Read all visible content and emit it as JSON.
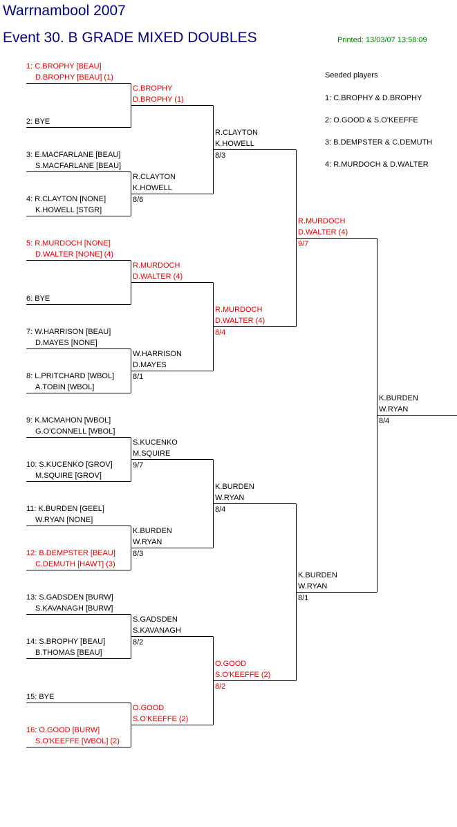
{
  "header": {
    "tournament": "Warrnambool 2007",
    "event": "Event 30. B GRADE MIXED DOUBLES",
    "printed": "Printed: 13/03/07 13:58:09"
  },
  "seeded": {
    "title": "Seeded players",
    "items": [
      "1: C.BROPHY & D.BROPHY",
      "2: O.GOOD & S.O'KEEFFE",
      "3: B.DEMPSTER & C.DEMUTH",
      "4: R.MURDOCH & D.WALTER"
    ]
  },
  "round1": [
    {
      "l1": "1: C.BROPHY [BEAU]",
      "l2": "D.BROPHY [BEAU] (1)",
      "seeded": true
    },
    {
      "l1": "2: BYE",
      "l2": "",
      "seeded": false
    },
    {
      "l1": "3: E.MACFARLANE [BEAU]",
      "l2": "S.MACFARLANE [BEAU]",
      "seeded": false
    },
    {
      "l1": "4: R.CLAYTON [NONE]",
      "l2": "K.HOWELL [STGR]",
      "seeded": false
    },
    {
      "l1": "5: R.MURDOCH [NONE]",
      "l2": "D.WALTER [NONE] (4)",
      "seeded": true
    },
    {
      "l1": "6: BYE",
      "l2": "",
      "seeded": false
    },
    {
      "l1": "7: W.HARRISON [BEAU]",
      "l2": "D.MAYES [NONE]",
      "seeded": false
    },
    {
      "l1": "8: L.PRITCHARD [WBOL]",
      "l2": "A.TOBIN [WBOL]",
      "seeded": false
    },
    {
      "l1": "9: K.MCMAHON [WBOL]",
      "l2": "G.O'CONNELL [WBOL]",
      "seeded": false
    },
    {
      "l1": "10: S.KUCENKO [GROV]",
      "l2": "M.SQUIRE [GROV]",
      "seeded": false
    },
    {
      "l1": "11: K.BURDEN [GEEL]",
      "l2": "W.RYAN [NONE]",
      "seeded": false
    },
    {
      "l1": "12: B.DEMPSTER [BEAU]",
      "l2": "C.DEMUTH [HAWT] (3)",
      "seeded": true
    },
    {
      "l1": "13: S.GADSDEN [BURW]",
      "l2": "S.KAVANAGH [BURW]",
      "seeded": false
    },
    {
      "l1": "14: S.BROPHY [BEAU]",
      "l2": "B.THOMAS [BEAU]",
      "seeded": false
    },
    {
      "l1": "15: BYE",
      "l2": "",
      "seeded": false
    },
    {
      "l1": "16: O.GOOD [BURW]",
      "l2": "S.O'KEEFFE [WBOL] (2)",
      "seeded": true
    }
  ],
  "round2": [
    {
      "l1": "C.BROPHY",
      "l2": "D.BROPHY (1)",
      "score": "",
      "seeded": true
    },
    {
      "l1": "R.CLAYTON",
      "l2": "K.HOWELL",
      "score": "8/6",
      "seeded": false
    },
    {
      "l1": "R.MURDOCH",
      "l2": "D.WALTER (4)",
      "score": "",
      "seeded": true
    },
    {
      "l1": "W.HARRISON",
      "l2": "D.MAYES",
      "score": "8/1",
      "seeded": false
    },
    {
      "l1": "S.KUCENKO",
      "l2": "M.SQUIRE",
      "score": "9/7",
      "seeded": false
    },
    {
      "l1": "K.BURDEN",
      "l2": "W.RYAN",
      "score": "8/3",
      "seeded": false
    },
    {
      "l1": "S.GADSDEN",
      "l2": "S.KAVANAGH",
      "score": "8/2",
      "seeded": false
    },
    {
      "l1": "O.GOOD",
      "l2": "S.O'KEEFFE (2)",
      "score": "",
      "seeded": true
    }
  ],
  "round3": [
    {
      "l1": "R.CLAYTON",
      "l2": "K.HOWELL",
      "score": "8/3",
      "seeded": false
    },
    {
      "l1": "R.MURDOCH",
      "l2": "D.WALTER (4)",
      "score": "8/4",
      "seeded": true
    },
    {
      "l1": "K.BURDEN",
      "l2": "W.RYAN",
      "score": "8/4",
      "seeded": false
    },
    {
      "l1": "O.GOOD",
      "l2": "S.O'KEEFFE (2)",
      "score": "8/2",
      "seeded": true
    }
  ],
  "round4": [
    {
      "l1": "R.MURDOCH",
      "l2": "D.WALTER (4)",
      "score": "9/7",
      "seeded": true
    },
    {
      "l1": "K.BURDEN",
      "l2": "W.RYAN",
      "score": "8/1",
      "seeded": false
    }
  ],
  "round5": [
    {
      "l1": "K.BURDEN",
      "l2": "W.RYAN",
      "score": "8/4",
      "seeded": false
    }
  ],
  "colors": {
    "title": "#000080",
    "printed": "#008000",
    "seed": "#dd0000",
    "line": "#000000"
  }
}
